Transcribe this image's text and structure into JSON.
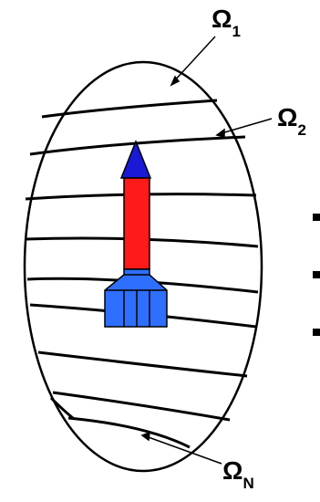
{
  "labels": {
    "omega1": {
      "main": "Ω",
      "sub": "1"
    },
    "omega2": {
      "main": "Ω",
      "sub": "2"
    },
    "omegaN": {
      "main": "Ω",
      "sub": "N"
    }
  },
  "colors": {
    "outline": "#000000",
    "rocket_nose": "#1a1ad6",
    "rocket_body": "#ff1a1a",
    "rocket_base": "#2f6fff",
    "background": "#ffffff"
  },
  "region_count_shown": 10,
  "bullet_count": 3,
  "icons": [
    "rocket-icon",
    "bullet-square-icon"
  ]
}
